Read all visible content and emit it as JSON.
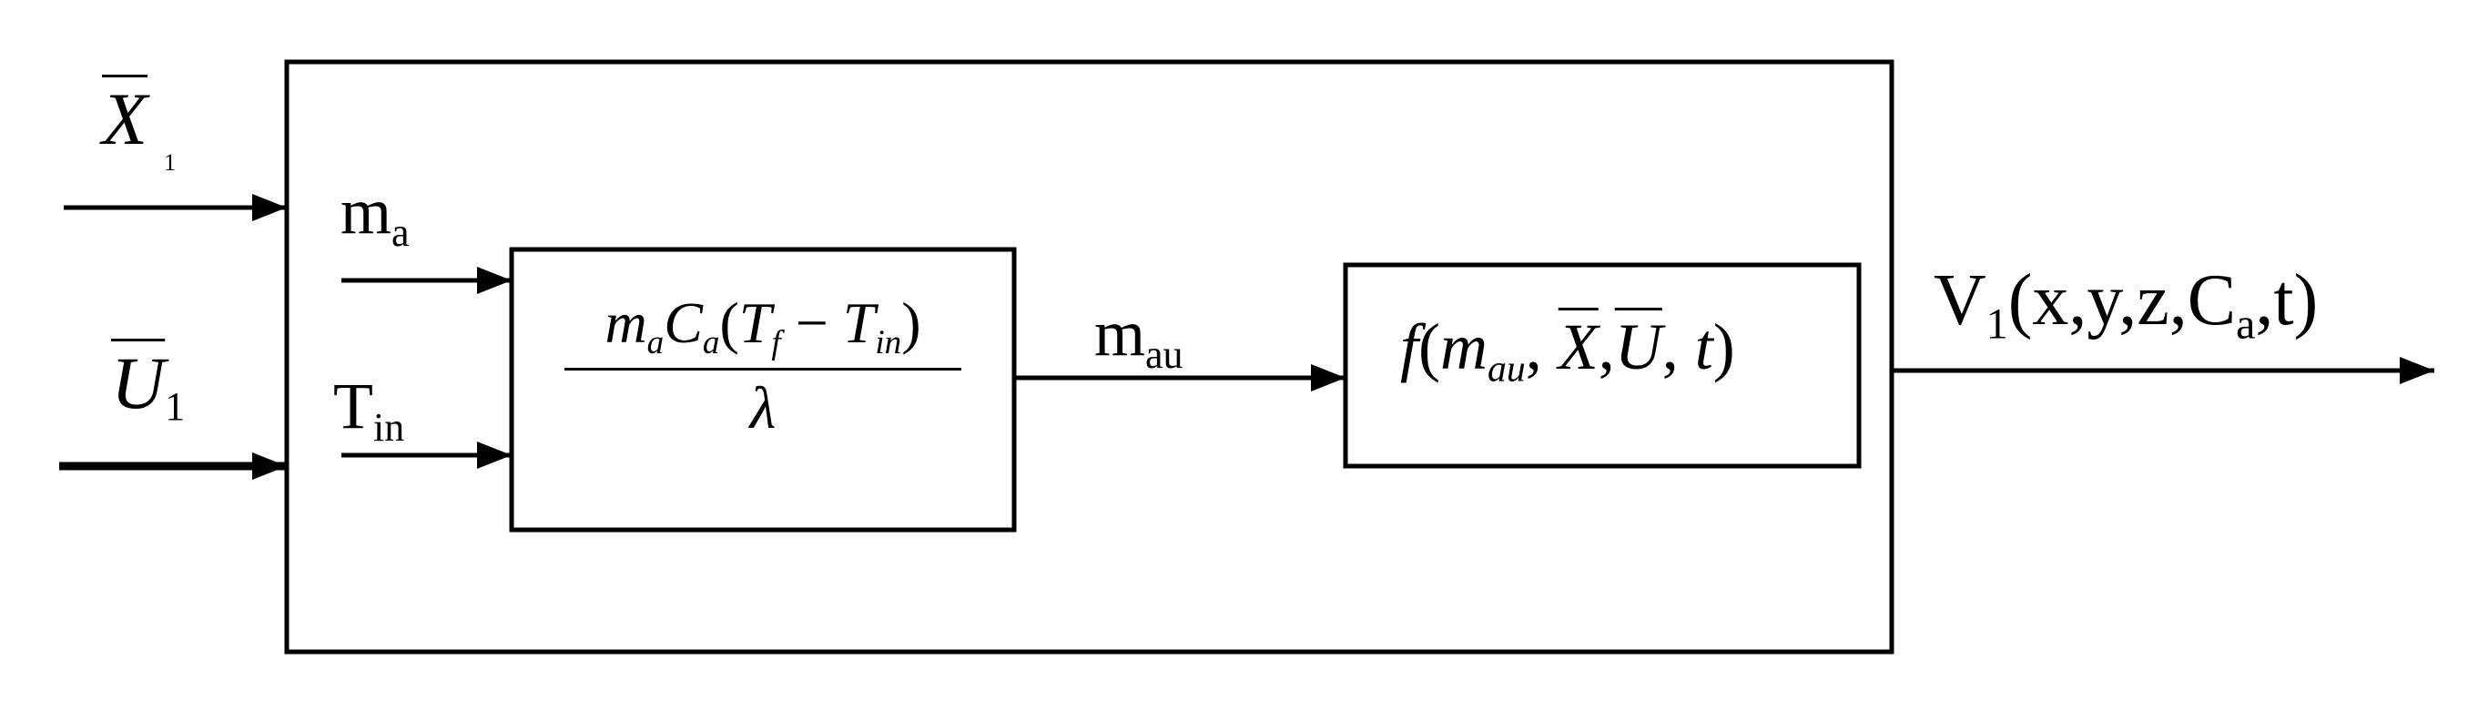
{
  "inputs": {
    "x1": {
      "symbol": "X",
      "sub": "1"
    },
    "u1": {
      "symbol": "U",
      "sub": "1"
    },
    "ma": {
      "symbol": "m",
      "sub": "a"
    },
    "tin": {
      "symbol": "T",
      "sub": "in"
    }
  },
  "block1": {
    "numerator": {
      "m": "m",
      "m_sub": "a",
      "c": "C",
      "c_sub": "a",
      "open": "(",
      "tf": "T",
      "tf_sub": "f",
      "minus": " − ",
      "ti": "T",
      "ti_sub": "in",
      "close": ")"
    },
    "denominator": "λ"
  },
  "link": {
    "symbol": "m",
    "sub": "au"
  },
  "block2": {
    "f": "f",
    "open": "(",
    "m": "m",
    "m_sub": "au",
    "sep1": ", ",
    "x": "X",
    "sep2": ",",
    "u": "U",
    "sep3": ", ",
    "t": "t",
    "close": ")"
  },
  "output": {
    "v": "V",
    "v_sub": "1",
    "args_pre": "(x,y,z,C",
    "c_sub": "a",
    "args_post": ",t)"
  },
  "colors": {
    "stroke": "#000000",
    "background": "#ffffff"
  }
}
